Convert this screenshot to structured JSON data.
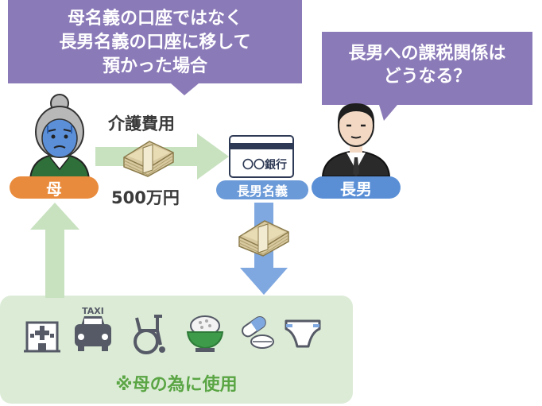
{
  "callouts": {
    "left_line1": "母名義の口座ではなく",
    "left_line2": "長男名義の口座に移して",
    "left_line3": "預かった場合",
    "right_line1": "長男への課税関係は",
    "right_line2": "どうなる？"
  },
  "labels": {
    "care_cost": "介護費用",
    "amount": "500万円",
    "mother": "母",
    "son_account": "長男名義",
    "son": "長男",
    "bank": "〇〇銀行",
    "taxi": "TAXI",
    "usage_note": "※母の為に使用"
  },
  "icons": [
    "hospital-icon",
    "taxi-icon",
    "wheelchair-icon",
    "meal-bowl-icon",
    "medicine-capsule-icon",
    "diaper-icon"
  ],
  "colors": {
    "callout_purple": "#8b7ab8",
    "mother_orange": "#e98b3c",
    "son_blue": "#5a8fd6",
    "account_blue": "#6b9ad8",
    "arrow_green": "#c8e2c0",
    "arrow_blue": "#7fa8e0",
    "usage_box": "#dcebd6",
    "usage_text": "#5aa544"
  }
}
